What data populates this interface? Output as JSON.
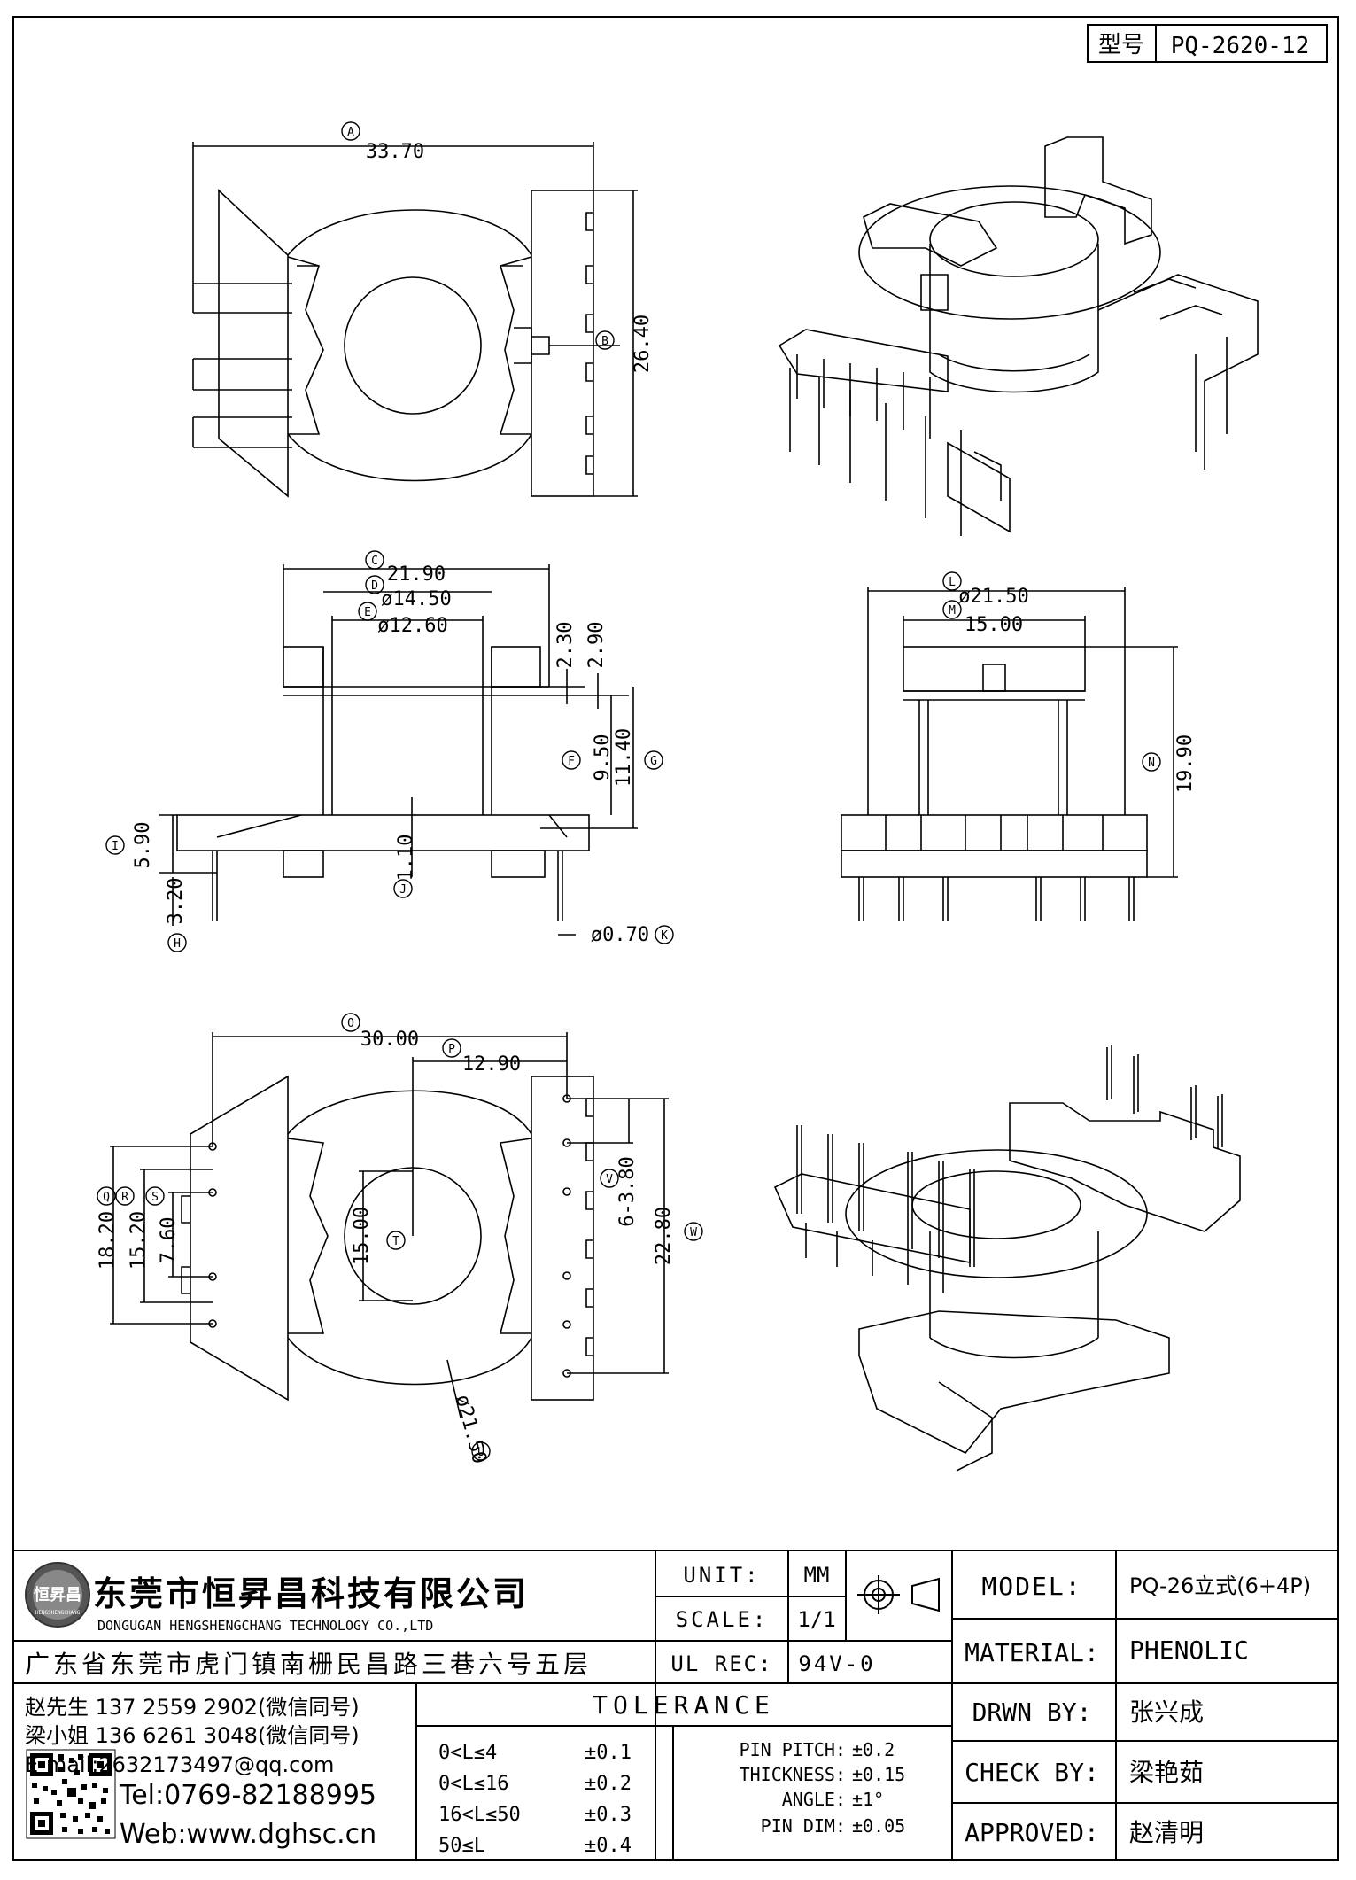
{
  "title_box": {
    "label": "型号",
    "part_no": "PQ-2620-12"
  },
  "dims": {
    "A": "33.70",
    "B": "26.40",
    "C": "21.90",
    "D": "ø14.50",
    "E": "ø12.60",
    "d230": "2.30",
    "d290": "2.90",
    "F": "9.50",
    "G": "11.40",
    "I": "5.90",
    "J": "1.10",
    "H": "3.20",
    "K": "ø0.70",
    "L": "ø21.50",
    "M": "15.00",
    "N": "19.90",
    "O": "30.00",
    "P": "12.90",
    "Q": "18.20",
    "R": "15.20",
    "S": "7.60",
    "T": "15.00",
    "U": "ø21.50",
    "V": "6-3.80",
    "W": "22.80"
  },
  "dim_tags": {
    "A": "A",
    "B": "B",
    "C": "C",
    "D": "D",
    "E": "E",
    "F": "F",
    "G": "G",
    "H": "H",
    "I": "I",
    "J": "J",
    "K": "K",
    "L": "L",
    "M": "M",
    "N": "N",
    "O": "O",
    "P": "P",
    "Q": "Q",
    "R": "R",
    "S": "S",
    "T": "T",
    "U": "U",
    "V": "V",
    "W": "W"
  },
  "company": {
    "name_cn": "东莞市恒昇昌科技有限公司",
    "name_en": "DONGUGAN HENGSHENGCHANG TECHNOLOGY CO.,LTD",
    "logo_text": "恒昇昌",
    "logo_sub": "HENGSHENGCHANG",
    "address": "广东省东莞市虎门镇南栅民昌路三巷六号五层",
    "contact1": "赵先生 137 2559 2902(微信同号)",
    "contact2": "梁小姐 136 6261 3048(微信同号)",
    "email": "E-mail:2632173497@qq.com",
    "tel": "Tel:0769-82188995",
    "web": "Web:www.dghsc.cn"
  },
  "titleblock": {
    "unit_label": "UNIT:",
    "unit_value": "MM",
    "scale_label": "SCALE:",
    "scale_value": "1/1",
    "ulrec_label": "UL REC:",
    "ulrec_value": "94V-0",
    "tolerance_title": "TOLERANCE",
    "tol_ranges": [
      "0<L≤4",
      "0<L≤16",
      "16<L≤50",
      "50≤L"
    ],
    "tol_values": [
      "±0.1",
      "±0.2",
      "±0.3",
      "±0.4"
    ],
    "spec_labels": [
      "PIN PITCH:",
      "THICKNESS:",
      "ANGLE:",
      "PIN DIM:"
    ],
    "spec_values": [
      "±0.2",
      "±0.15",
      "±1°",
      "±0.05"
    ],
    "model_label": "MODEL:",
    "model_value": "PQ-26立式(6+4P)",
    "material_label": "MATERIAL:",
    "material_value": "PHENOLIC",
    "drawn_label": "DRWN BY:",
    "drawn_value": "张兴成",
    "check_label": "CHECK BY:",
    "check_value": "梁艳茹",
    "approved_label": "APPROVED:",
    "approved_value": "赵清明"
  }
}
